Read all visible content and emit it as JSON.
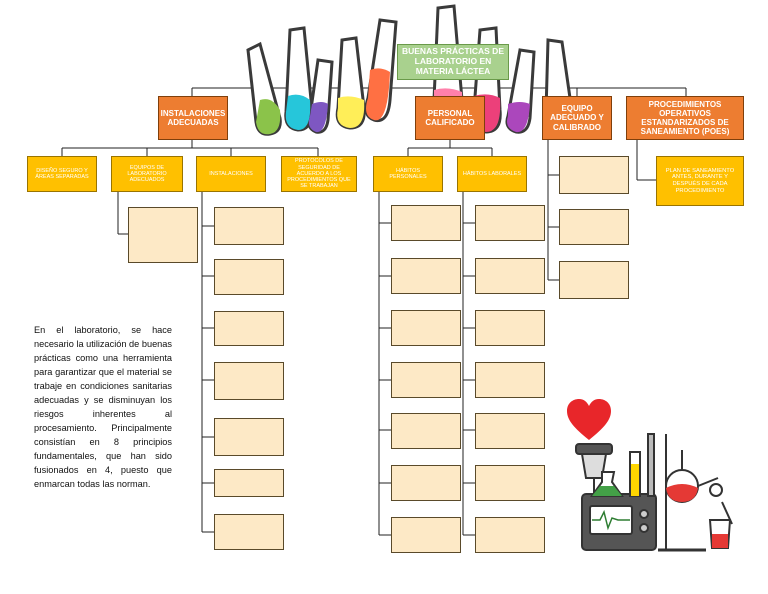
{
  "title": "BUENAS PRÁCTICAS DE LABORATORIO EN MATERIA LÁCTEA",
  "main_branches": [
    {
      "label": "INSTALACIONES ADECUADAS"
    },
    {
      "label": "PERSONAL CALIFICADO"
    },
    {
      "label": "EQUIPO ADECUADO Y CALIBRADO"
    },
    {
      "label": "PROCEDIMIENTOS OPERATIVOS ESTANDARIZADOS DE SANEAMIENTO (POES)"
    }
  ],
  "sub_branches": [
    {
      "label": "DISEÑO SEGURO Y ÁREAS SEPARADAS"
    },
    {
      "label": "EQUIPOS DE LABORATORIO ADECUADOS"
    },
    {
      "label": "INSTALACIONES"
    },
    {
      "label": "PROTOCOLOS DE SEGURIDAD DE ACUERDO A LOS PROCEDIMIENTOS QUE SE TRABAJAN"
    },
    {
      "label": "HÁBITOS PERSONALES"
    },
    {
      "label": "HÁBITOS LABORALES"
    },
    {
      "label": "PLAN DE SANEAMIENTO ANTES, DURANTE Y DESPUÉS DE CADA PROCEDIMIENTO"
    }
  ],
  "intro_text": "En el laboratorio, se hace necesario la utilización de buenas prácticas como una herramienta para garantizar que el material se trabaje en condiciones sanitarias adecuadas y se disminuyan los riesgos inherentes al procesamiento. Principalmente consistían en 8 principios fundamentales, que han sido fusionados en 4, puesto que enmarcan todas las norman.",
  "colors": {
    "orange": "#ed7d31",
    "yellow": "#ffc000",
    "cream": "#fde9c6",
    "green": "#a9d18e"
  },
  "icons": [
    "laboratory-flasks-icon",
    "heart-icon",
    "lab-equipment-icon"
  ]
}
